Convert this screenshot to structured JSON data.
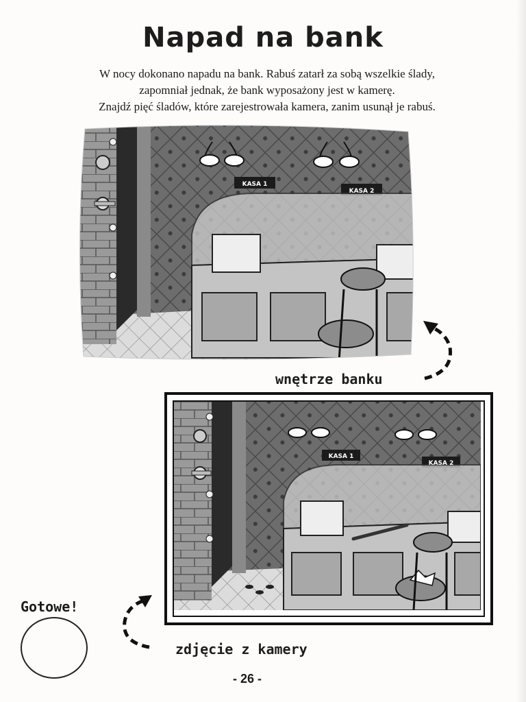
{
  "page": {
    "title": "Napad na bank",
    "intro_lines": [
      "W nocy dokonano napadu na bank. Rabuś zatarł za sobą wszelkie ślady,",
      "zapomniał jednak, że bank wyposażony jest w kamerę.",
      "Znajdź pięć śladów, które zarejestrowała kamera, zanim usunął je rabuś."
    ],
    "page_number": "- 26 -"
  },
  "scenes": {
    "top": {
      "caption": "wnętrze banku",
      "sign_1": "KASA 1",
      "sign_2": "KASA 2"
    },
    "bottom": {
      "caption": "zdjęcie z kamery",
      "sign_1": "KASA 1",
      "sign_2": "KASA 2"
    }
  },
  "answer_box": {
    "label": "Gotowe!"
  },
  "colors": {
    "ink": "#1d1d1d",
    "wall": "#6f6f6f",
    "floor": "#d8d8d8",
    "counter": "#c9c9c9"
  }
}
